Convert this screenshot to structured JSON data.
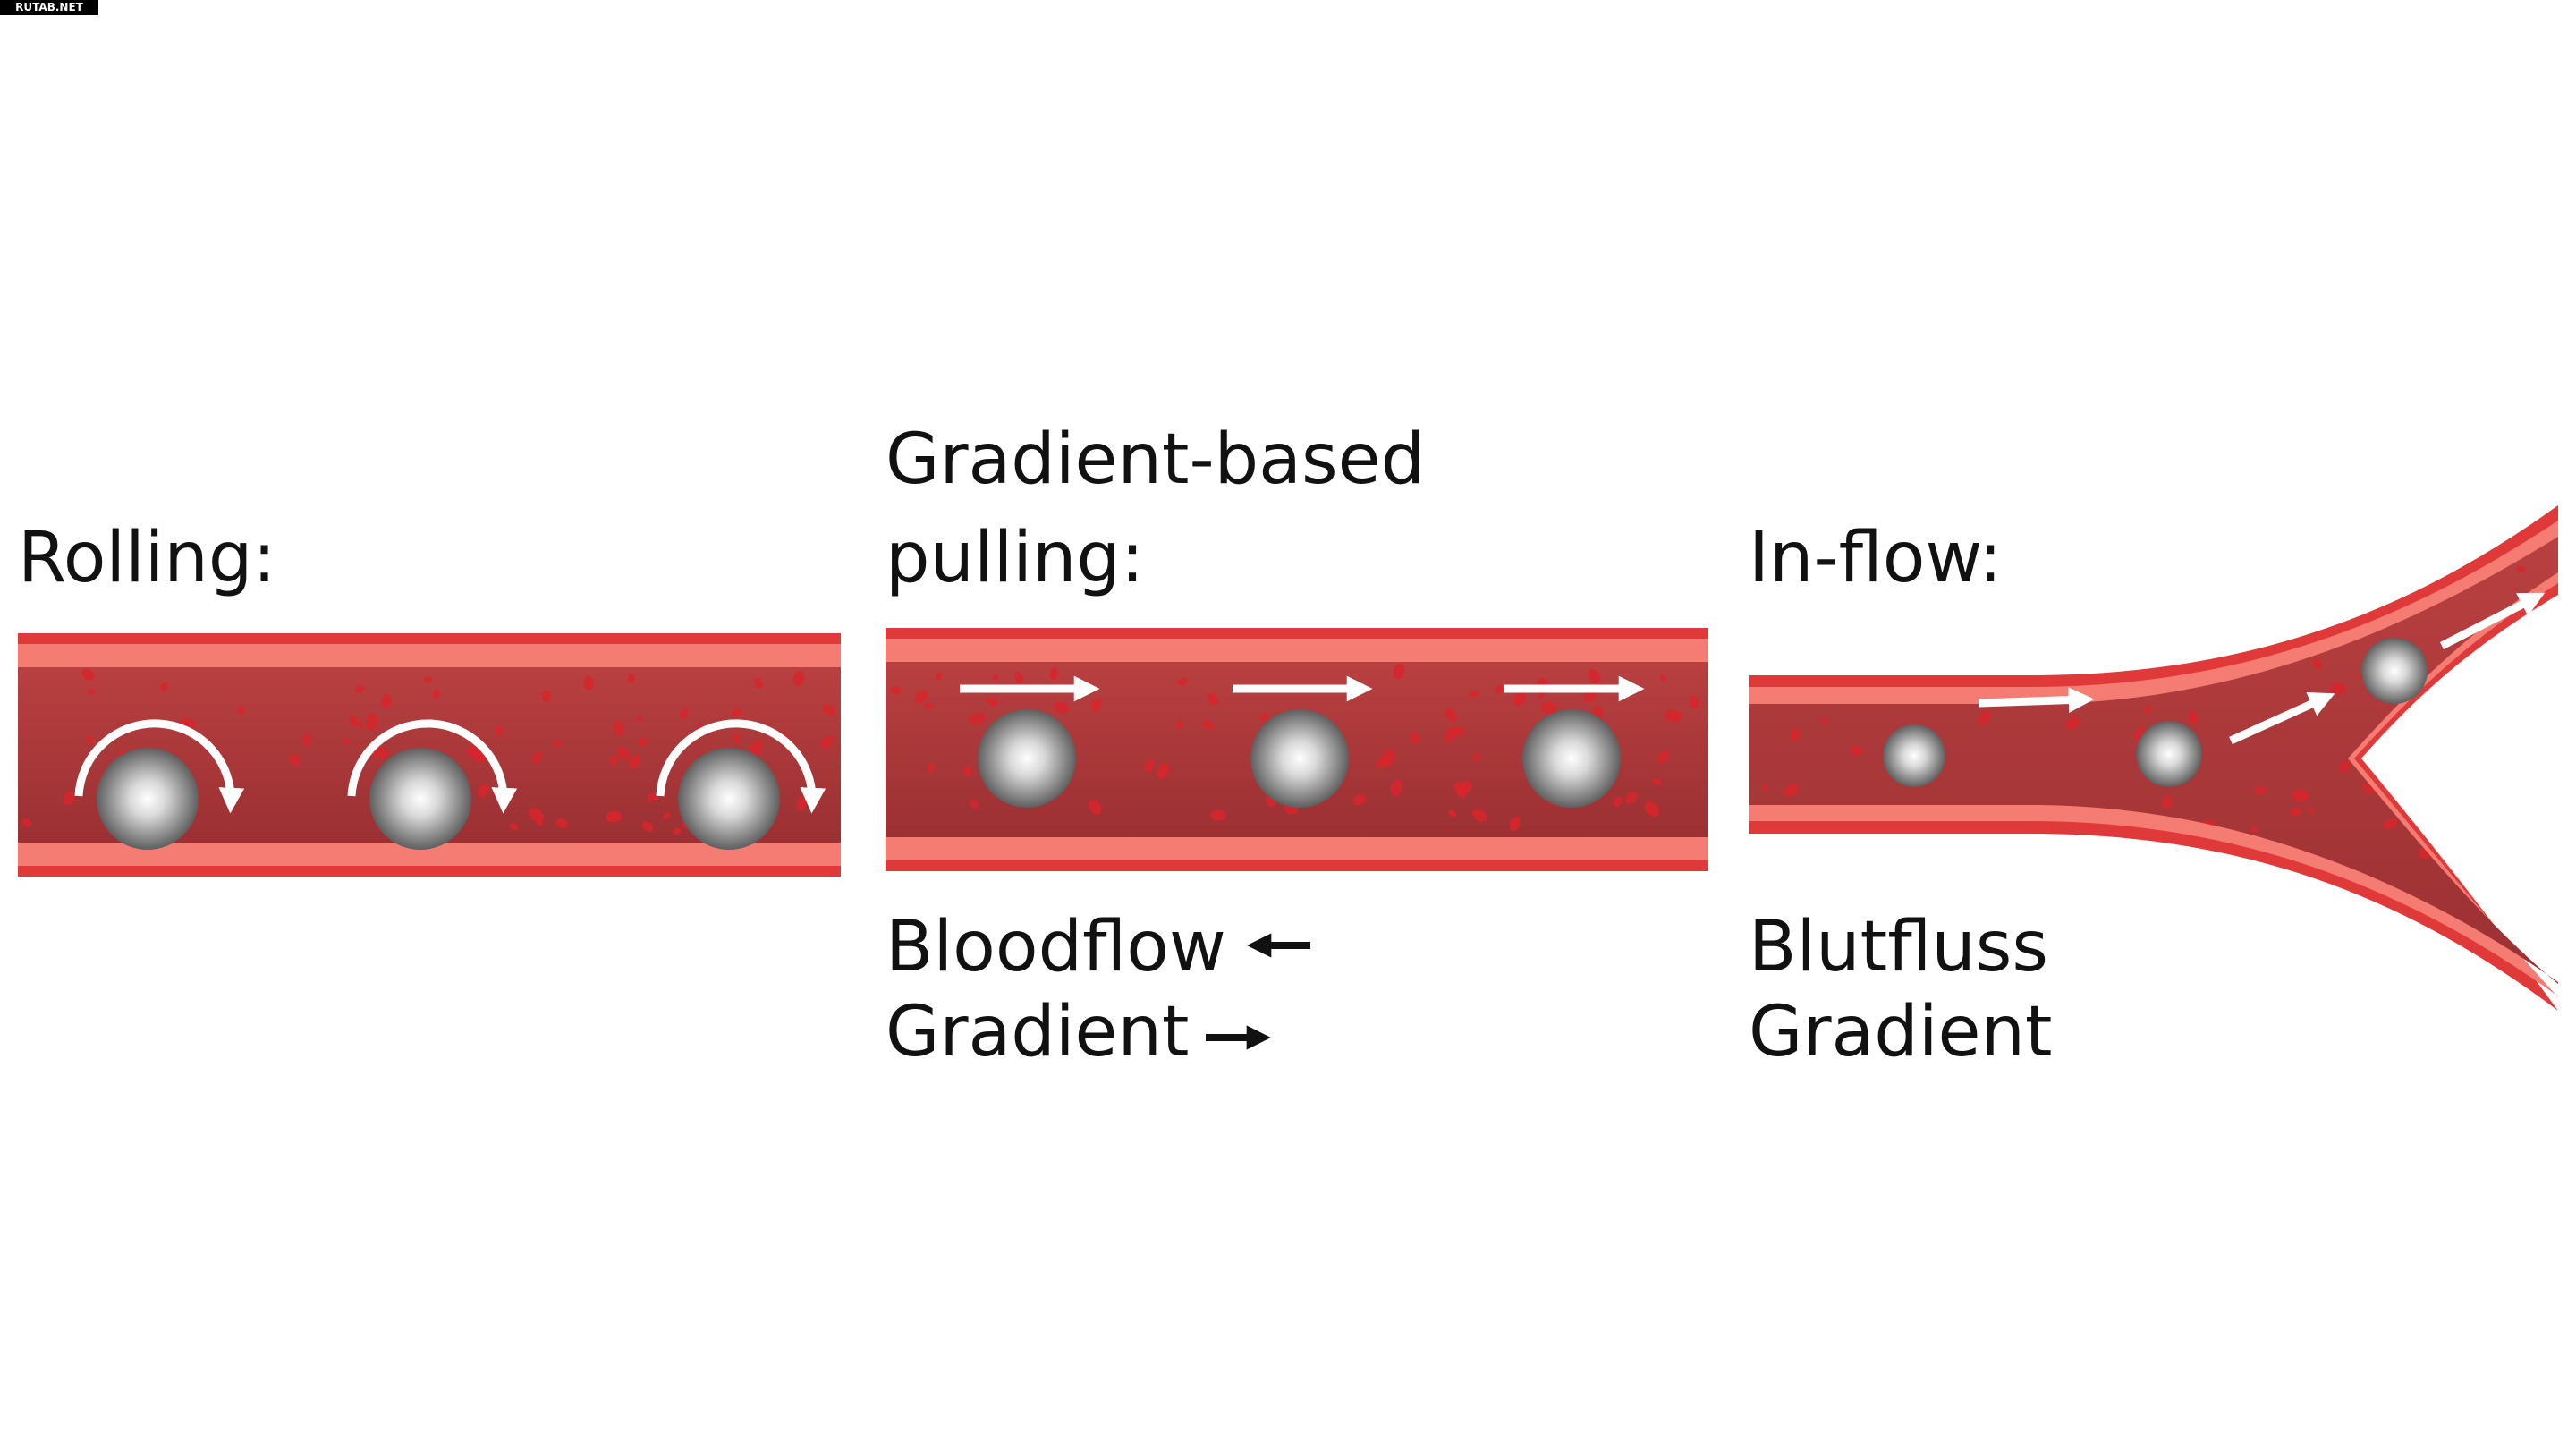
{
  "watermark": "RUTAB.NET",
  "panels": [
    {
      "title_lines": [
        "Rolling:"
      ]
    },
    {
      "title_lines": [
        "Gradient-based",
        "pulling:"
      ],
      "legend": [
        {
          "label": "Bloodflow",
          "arrow": "left-arrow"
        },
        {
          "label": "Gradient",
          "arrow": "right-arrow"
        }
      ]
    },
    {
      "title_lines": [
        "In-flow:"
      ],
      "legend": [
        {
          "label": "Blutfluss"
        },
        {
          "label": "Gradient"
        }
      ]
    }
  ],
  "colors": {
    "vessel_wall": "#e0393a",
    "vessel_wall_inner": "#f47c72",
    "blood": "#b3393b",
    "blood_dark": "#9a2d30",
    "cell": "#d7262b",
    "particle_light": "#ffffff",
    "particle_dark": "#5f5f5f",
    "arrow": "#ffffff",
    "text": "#111111"
  }
}
